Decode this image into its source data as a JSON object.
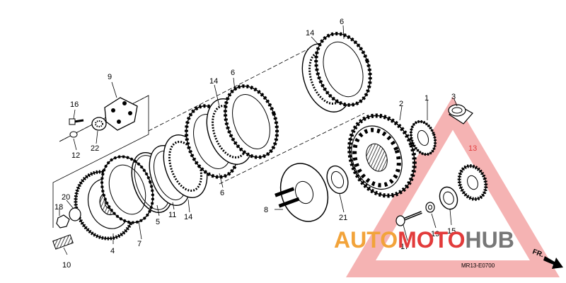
{
  "parts": [
    {
      "id": "p1",
      "label": "1"
    },
    {
      "id": "p2",
      "label": "2"
    },
    {
      "id": "p3",
      "label": "3"
    },
    {
      "id": "p4",
      "label": "4"
    },
    {
      "id": "p5",
      "label": "5"
    },
    {
      "id": "p6a",
      "label": "6"
    },
    {
      "id": "p6b",
      "label": "6"
    },
    {
      "id": "p6c",
      "label": "6"
    },
    {
      "id": "p7",
      "label": "7"
    },
    {
      "id": "p8",
      "label": "8"
    },
    {
      "id": "p9",
      "label": "9"
    },
    {
      "id": "p10",
      "label": "10"
    },
    {
      "id": "p11",
      "label": "11"
    },
    {
      "id": "p12",
      "label": "12"
    },
    {
      "id": "p13",
      "label": "13"
    },
    {
      "id": "p14a",
      "label": "14"
    },
    {
      "id": "p14b",
      "label": "14"
    },
    {
      "id": "p14c",
      "label": "14"
    },
    {
      "id": "p15",
      "label": "15"
    },
    {
      "id": "p16",
      "label": "16"
    },
    {
      "id": "p17",
      "label": "17"
    },
    {
      "id": "p18",
      "label": "18"
    },
    {
      "id": "p19",
      "label": "19"
    },
    {
      "id": "p20",
      "label": "20"
    },
    {
      "id": "p21",
      "label": "21"
    },
    {
      "id": "p22",
      "label": "22"
    }
  ],
  "diagram_code": "MR13-E0700",
  "direction_label": "FR.",
  "watermark": {
    "part1": "AUTO",
    "part2": "MOTO",
    "part3": "HUB",
    "color_orange": "#f2a33a",
    "color_red": "#e23b3b",
    "color_gray": "#777777"
  },
  "colors": {
    "ink": "#000000",
    "highlight_red": "#e23b3b"
  }
}
